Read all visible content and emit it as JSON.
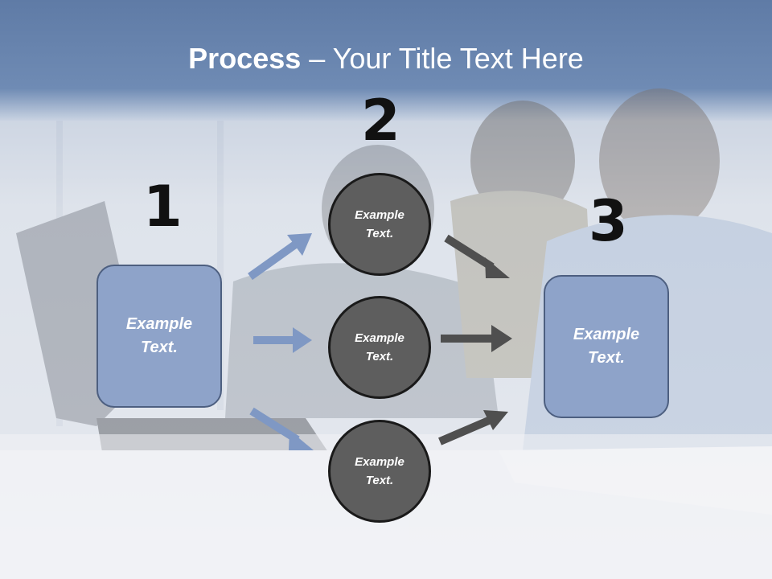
{
  "title": {
    "bold": "Process",
    "rest": " – Your Title Text Here"
  },
  "steps": {
    "one": {
      "number": "1",
      "line1": "Example",
      "line2": "Text."
    },
    "two": {
      "number": "2",
      "circles": [
        {
          "line1": "Example",
          "line2": "Text."
        },
        {
          "line1": "Example",
          "line2": "Text."
        },
        {
          "line1": "Example",
          "line2": "Text."
        }
      ]
    },
    "three": {
      "number": "3",
      "line1": "Example",
      "line2": "Text."
    }
  },
  "colors": {
    "box_fill": "#8ea3c9",
    "circle_fill": "#5e5e5e",
    "blue_arrow": "#7f98c4",
    "dark_arrow": "#4f4f4f"
  }
}
